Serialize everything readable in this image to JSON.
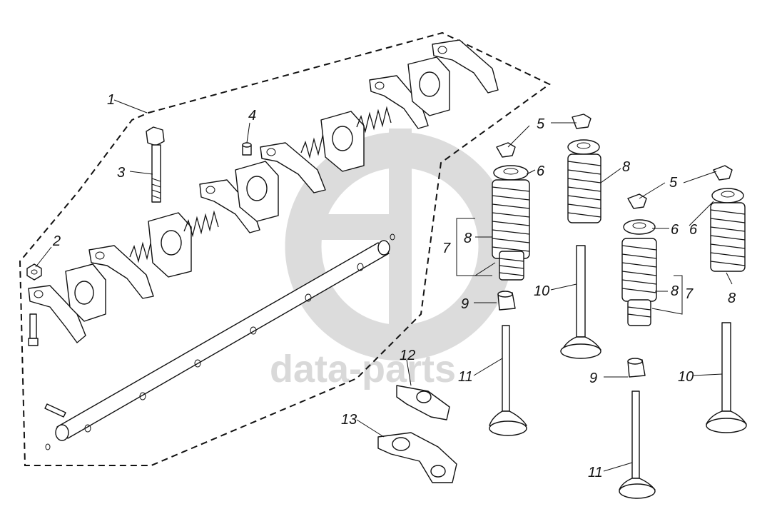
{
  "watermark": {
    "text": "data-parts",
    "color": "#d9d9d9"
  },
  "callouts": [
    {
      "id": "c1",
      "text": "1"
    },
    {
      "id": "c2",
      "text": "2"
    },
    {
      "id": "c3",
      "text": "3"
    },
    {
      "id": "c4",
      "text": "4"
    },
    {
      "id": "c5a",
      "text": "5"
    },
    {
      "id": "c5b",
      "text": "5"
    },
    {
      "id": "c6a",
      "text": "6"
    },
    {
      "id": "c6b",
      "text": "6"
    },
    {
      "id": "c6c",
      "text": "6"
    },
    {
      "id": "c7a",
      "text": "7"
    },
    {
      "id": "c7b",
      "text": "7"
    },
    {
      "id": "c8a",
      "text": "8"
    },
    {
      "id": "c8b",
      "text": "8"
    },
    {
      "id": "c8c",
      "text": "8"
    },
    {
      "id": "c8d",
      "text": "8"
    },
    {
      "id": "c9a",
      "text": "9"
    },
    {
      "id": "c9b",
      "text": "9"
    },
    {
      "id": "c10a",
      "text": "10"
    },
    {
      "id": "c10b",
      "text": "10"
    },
    {
      "id": "c11a",
      "text": "11"
    },
    {
      "id": "c11b",
      "text": "11"
    },
    {
      "id": "c12",
      "text": "12"
    },
    {
      "id": "c13",
      "text": "13"
    }
  ]
}
